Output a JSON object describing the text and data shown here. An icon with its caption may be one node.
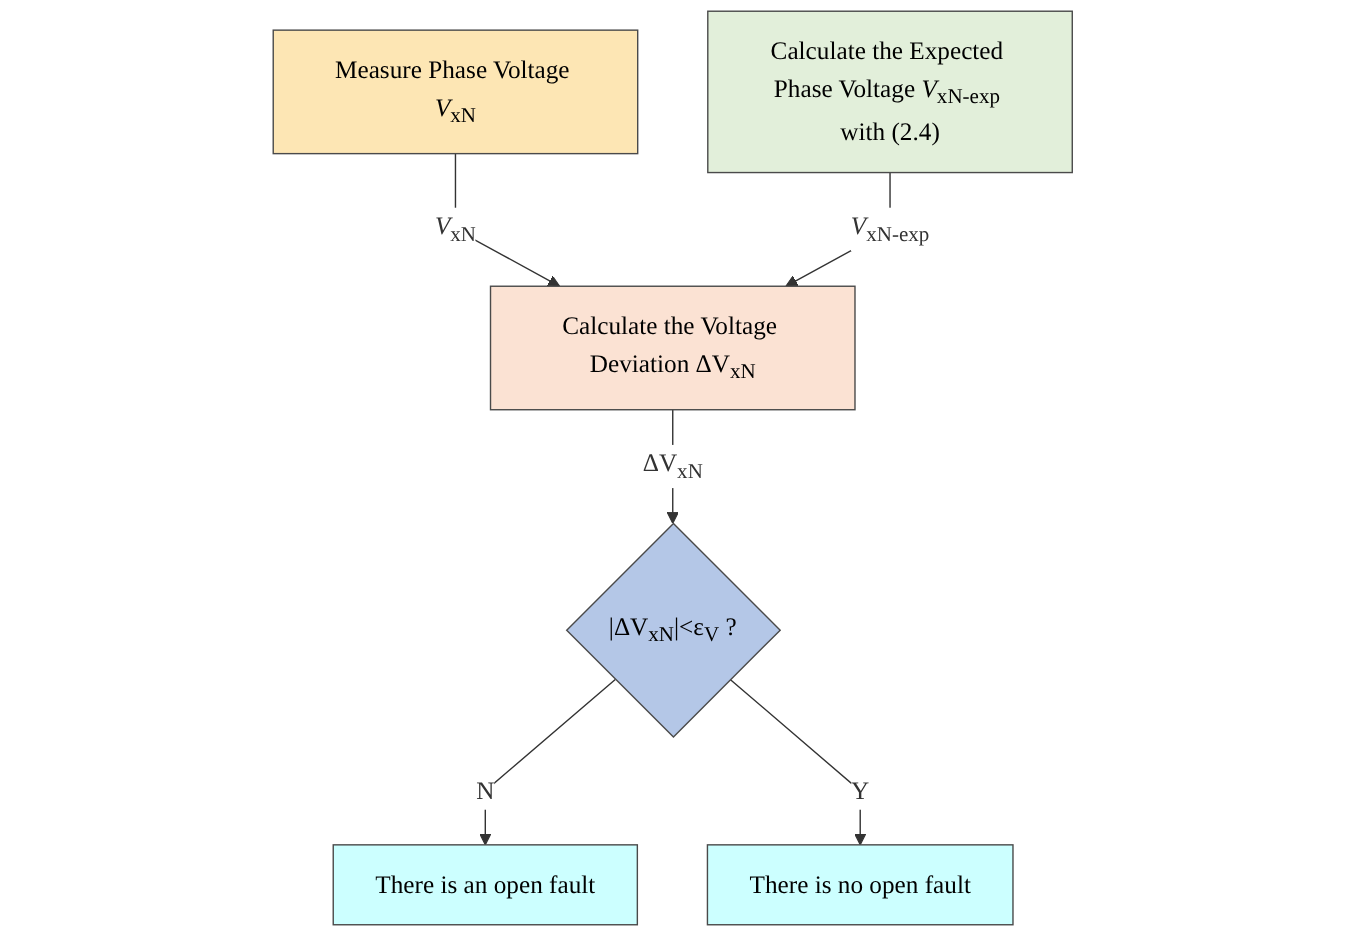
{
  "diagram": {
    "nodes": [
      {
        "text": [
          "Measure Phase Voltage *V*$_{xN}$"
        ]
      },
      {
        "text": [
          "Calculate the Voltage Deviation ΔV$_{xN}$"
        ]
      },
      {
        "text": [
          "Calculate the Expected Phase Voltage *V*$_{xN-exp}$ with (2.4)"
        ]
      },
      {
        "text": [
          "|ΔV$_{xN}$|<ε$_{V}$ ?"
        ]
      },
      {
        "text": [
          "There is an open fault"
        ]
      },
      {
        "text": [
          "There is no open fault"
        ]
      }
    ],
    "edges": [
      {
        "from": 0,
        "to": 1,
        "arrow": "to",
        "label": "*V*$_{xN}$"
      },
      {
        "from": 2,
        "to": 1,
        "arrow": "to",
        "label": "*V*$_{xN-exp}$"
      },
      {
        "from": 1,
        "to": 3,
        "arrow": "to",
        "label": "ΔV$_{xN}$"
      },
      {
        "from": 3,
        "to": 4,
        "arrow": "to",
        "label": "N"
      },
      {
        "from": 3,
        "to": 5,
        "arrow": "to",
        "label": "Y"
      }
    ]
  }
}
